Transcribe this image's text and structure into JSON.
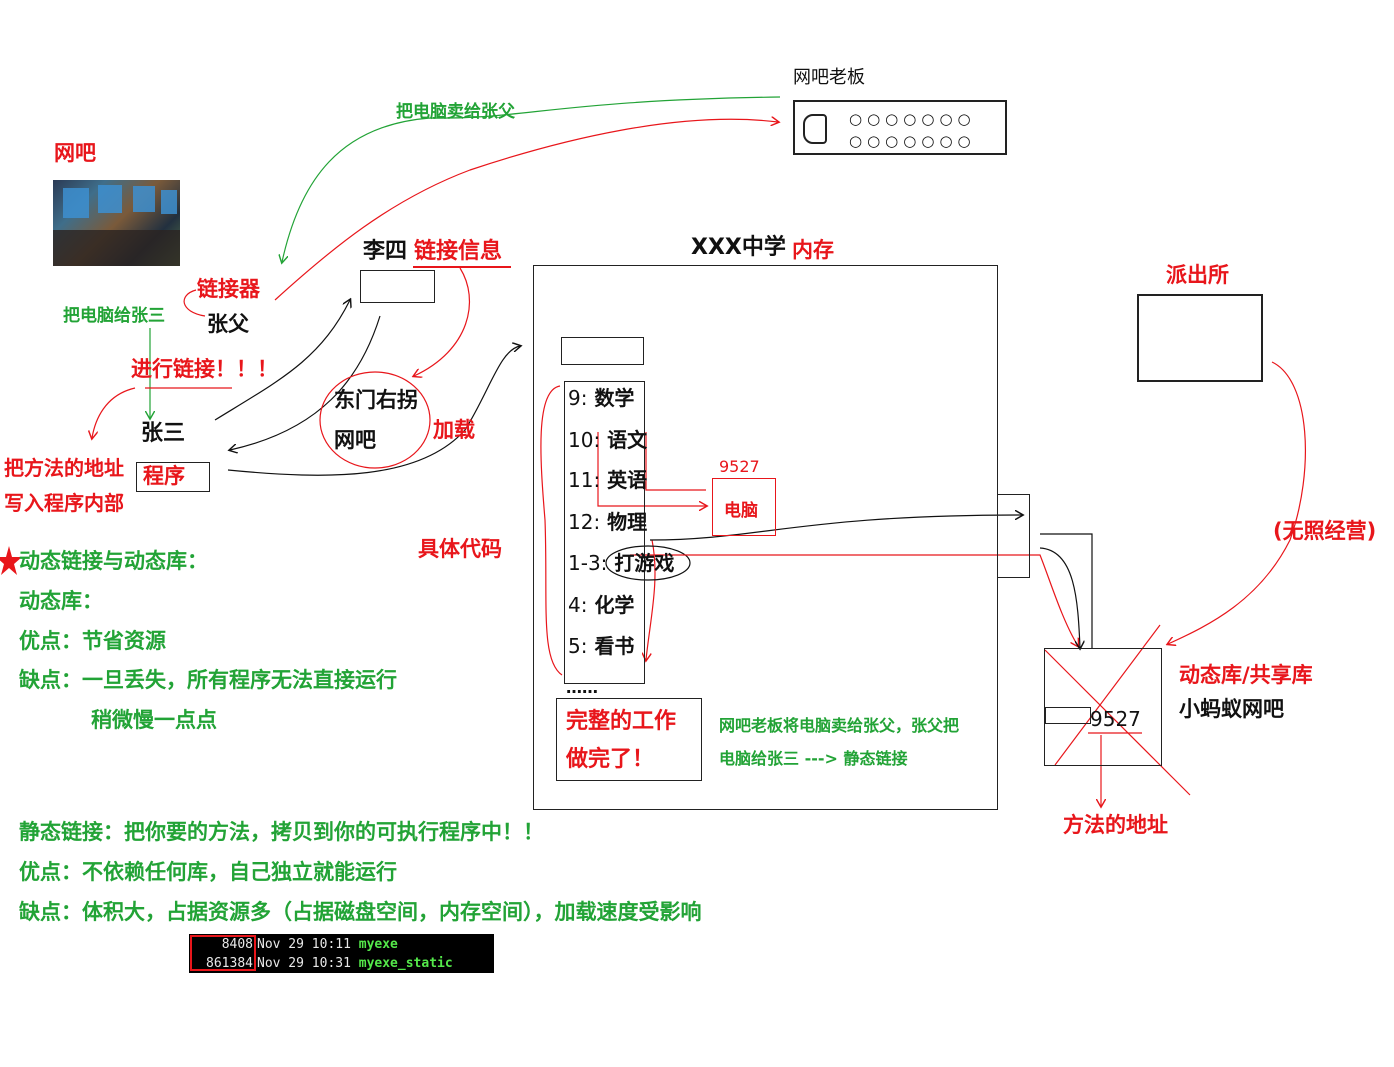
{
  "top": {
    "boss": "网吧老板",
    "sell_to_father": "把电脑卖给张父",
    "netbar": "网吧",
    "linker": "链接器",
    "give_to_zhangsan": "把电脑给张三",
    "father": "张父",
    "do_link": "进行链接！！！",
    "zhangsan": "张三",
    "write_addr_1": "把方法的地址",
    "write_addr_2": "写入程序内部",
    "program": "程序",
    "lisi": "李四",
    "link_info": "链接信息",
    "dongmen_1": "东门右拐",
    "dongmen_2": "网吧",
    "load": "加载"
  },
  "memory": {
    "school": "XXX中学",
    "label": "内存",
    "code_label": "具体代码",
    "schedule": [
      {
        "idx": "9:",
        "subject": "数学"
      },
      {
        "idx": "10:",
        "subject": "语文"
      },
      {
        "idx": "11:",
        "subject": "英语"
      },
      {
        "idx": "12:",
        "subject": "物理"
      },
      {
        "idx": "1-3:",
        "subject": "打游戏"
      },
      {
        "idx": "4:",
        "subject": "化学"
      },
      {
        "idx": "5:",
        "subject": "看书"
      }
    ],
    "ellipsis": "……",
    "pc_number": "9527",
    "pc_label": "电脑",
    "done_1": "完整的工作",
    "done_2": "做完了！",
    "static_note_1": "网吧老板将电脑卖给张父，张父把",
    "static_note_2": "电脑给张三 ---> 静态链接"
  },
  "right": {
    "police": "派出所",
    "unlicensed": "(无照经营)",
    "dyn_lib": "动态库/共享库",
    "ant_netbar": "小蚂蚁网吧",
    "lib_number": "9527",
    "method_addr": "方法的地址"
  },
  "notes": {
    "dyn_title": "动态链接与动态库：",
    "dyn_lib": "动态库：",
    "dyn_pro": "优点：节省资源",
    "dyn_con": "缺点：一旦丢失，所有程序无法直接运行",
    "dyn_con2": "稍微慢一点点",
    "static_title": "静态链接：把你要的方法，拷贝到你的可执行程序中！！",
    "static_pro": "优点：不依赖任何库，自己独立就能运行",
    "static_con": "缺点：体积大，占据资源多（占据磁盘空间，内存空间），加载速度受影响"
  },
  "terminal": [
    {
      "size": "8408",
      "date": "Nov 29 10:11",
      "name": "myexe"
    },
    {
      "size": "861384",
      "date": "Nov 29 10:31",
      "name": "myexe_static"
    }
  ],
  "colors": {
    "red": "#e8161b",
    "green": "#22a336",
    "black": "#111111"
  }
}
